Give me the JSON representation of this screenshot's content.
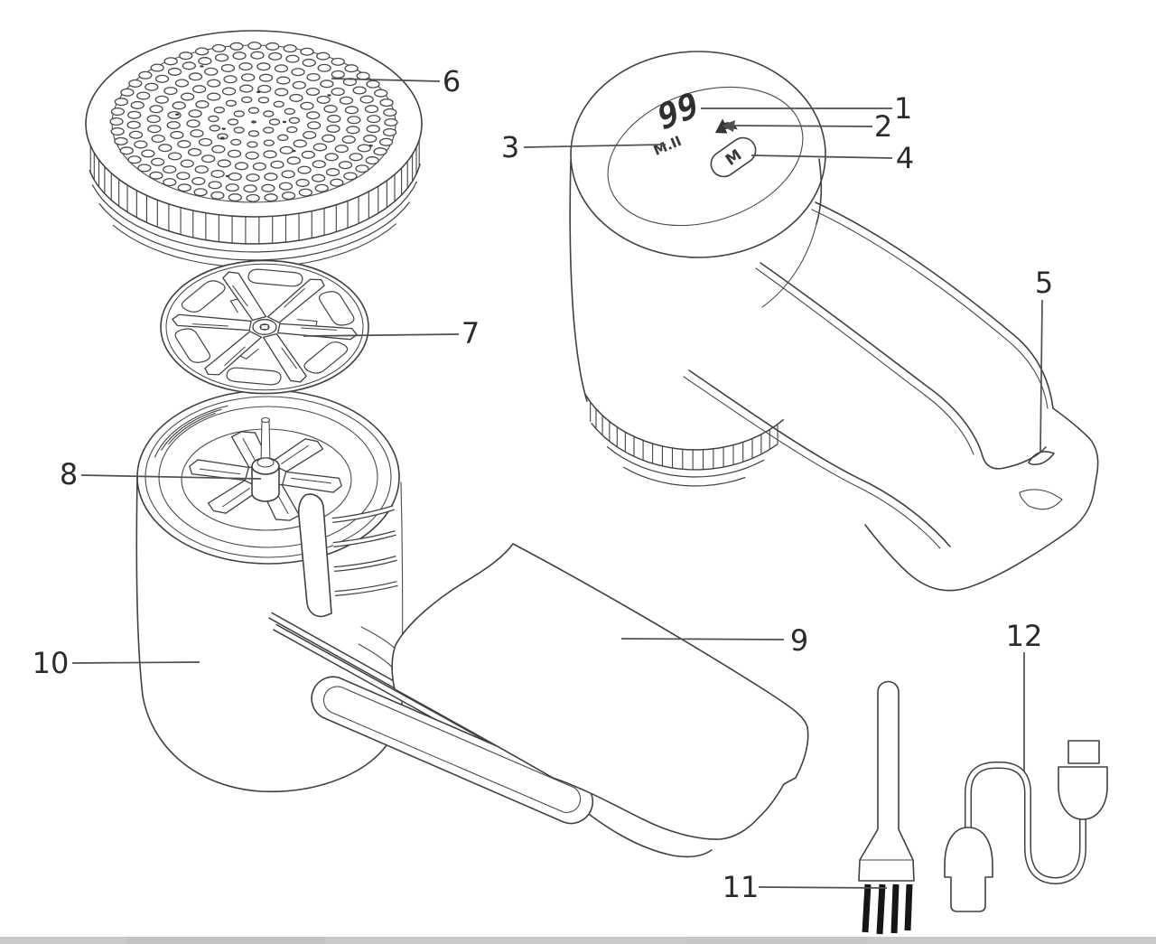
{
  "callouts": [
    {
      "label": "1"
    },
    {
      "label": "2"
    },
    {
      "label": "3"
    },
    {
      "label": "4"
    },
    {
      "label": "5"
    },
    {
      "label": "6"
    },
    {
      "label": "7"
    },
    {
      "label": "8"
    },
    {
      "label": "9"
    },
    {
      "label": "10"
    },
    {
      "label": "11"
    },
    {
      "label": "12"
    }
  ],
  "display": {
    "counter": "99",
    "mode_text": "M.II",
    "button_label": "M"
  },
  "colors": {
    "background": "#ffffff",
    "line": "#414141",
    "label_text": "#2b2b2b",
    "bristles": "#161616",
    "footer_strip": "#c9c9c9"
  }
}
